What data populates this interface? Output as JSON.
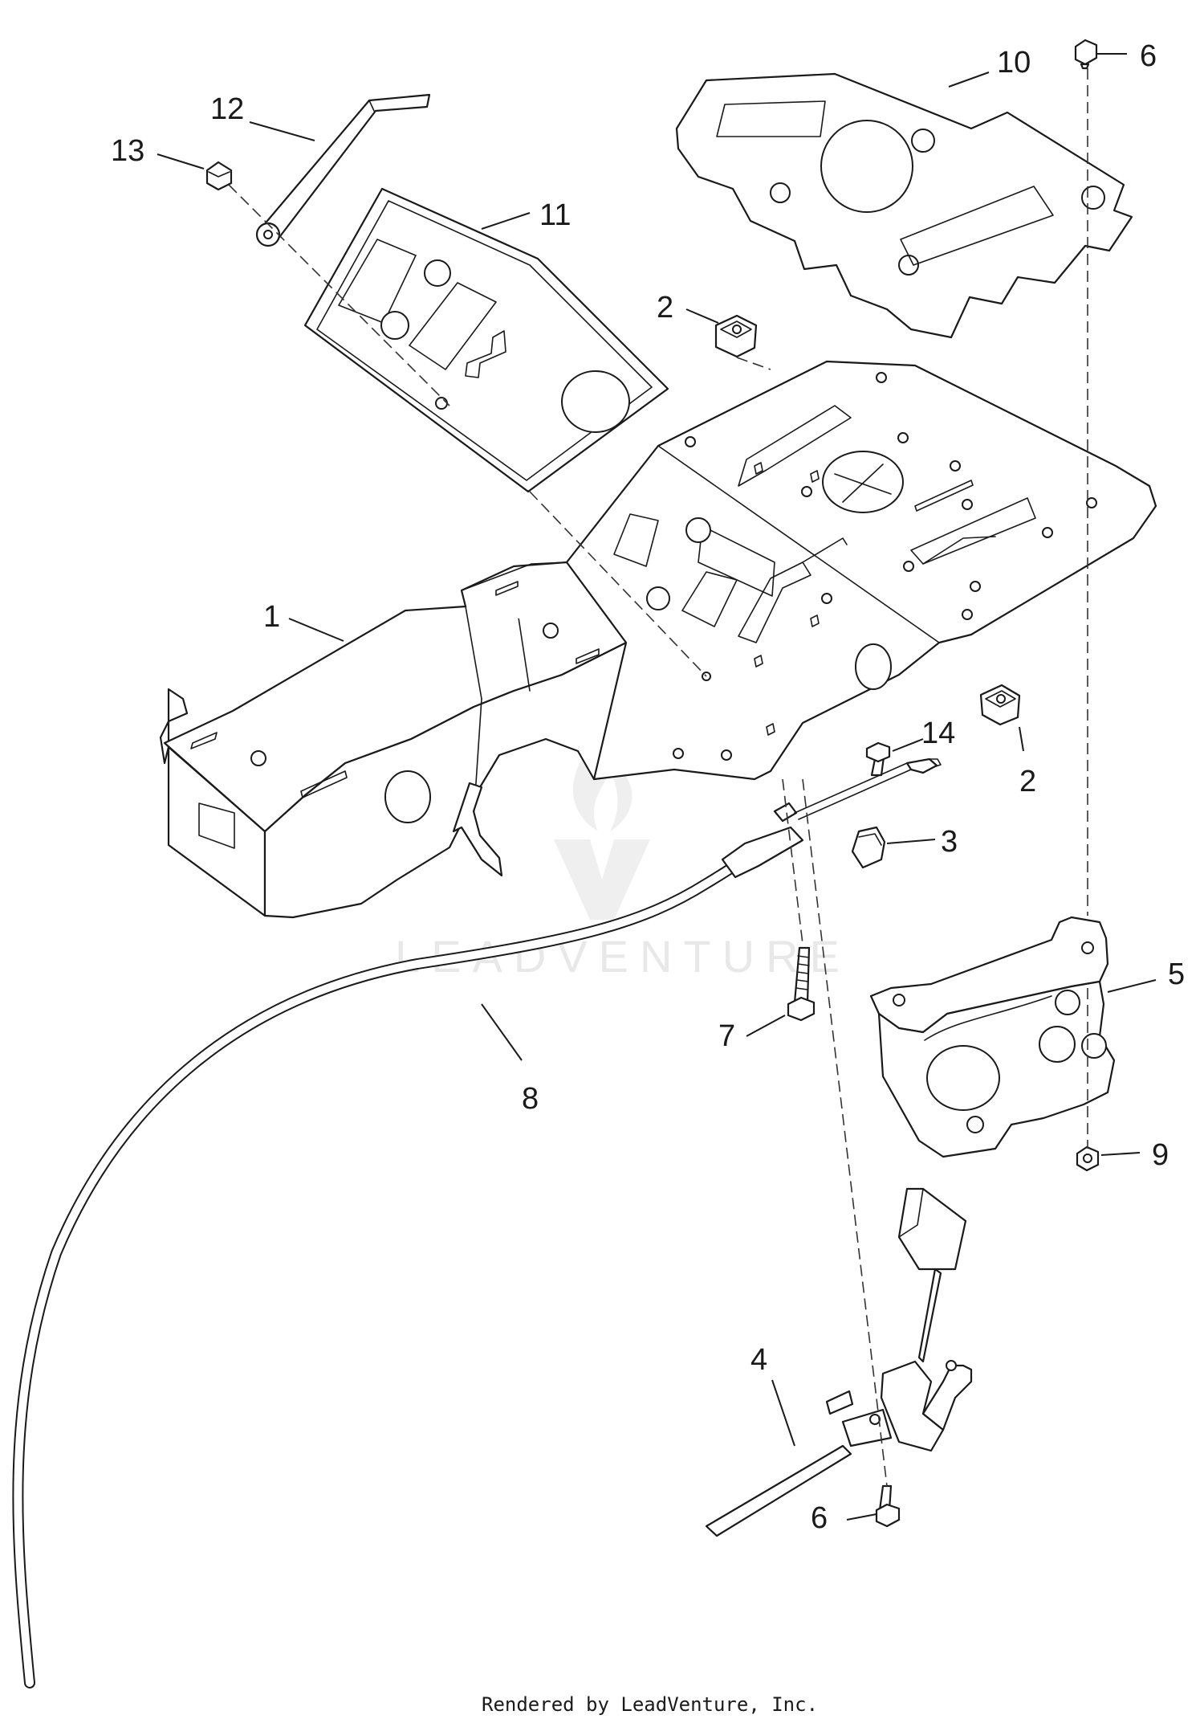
{
  "callouts": [
    {
      "id": "1",
      "text": "1"
    },
    {
      "id": "2a",
      "text": "2"
    },
    {
      "id": "2b",
      "text": "2"
    },
    {
      "id": "3",
      "text": "3"
    },
    {
      "id": "4",
      "text": "4"
    },
    {
      "id": "5",
      "text": "5"
    },
    {
      "id": "6a",
      "text": "6"
    },
    {
      "id": "6b",
      "text": "6"
    },
    {
      "id": "7",
      "text": "7"
    },
    {
      "id": "8",
      "text": "8"
    },
    {
      "id": "9",
      "text": "9"
    },
    {
      "id": "10",
      "text": "10"
    },
    {
      "id": "11",
      "text": "11"
    },
    {
      "id": "12",
      "text": "12"
    },
    {
      "id": "13",
      "text": "13"
    },
    {
      "id": "14",
      "text": "14"
    }
  ],
  "watermark": {
    "text": "LEADVENTURE"
  },
  "footer": {
    "text": "Rendered by LeadVenture, Inc."
  },
  "colors": {
    "line": "#1a1a1a",
    "background": "#ffffff",
    "watermark": "#e8e8e8"
  }
}
